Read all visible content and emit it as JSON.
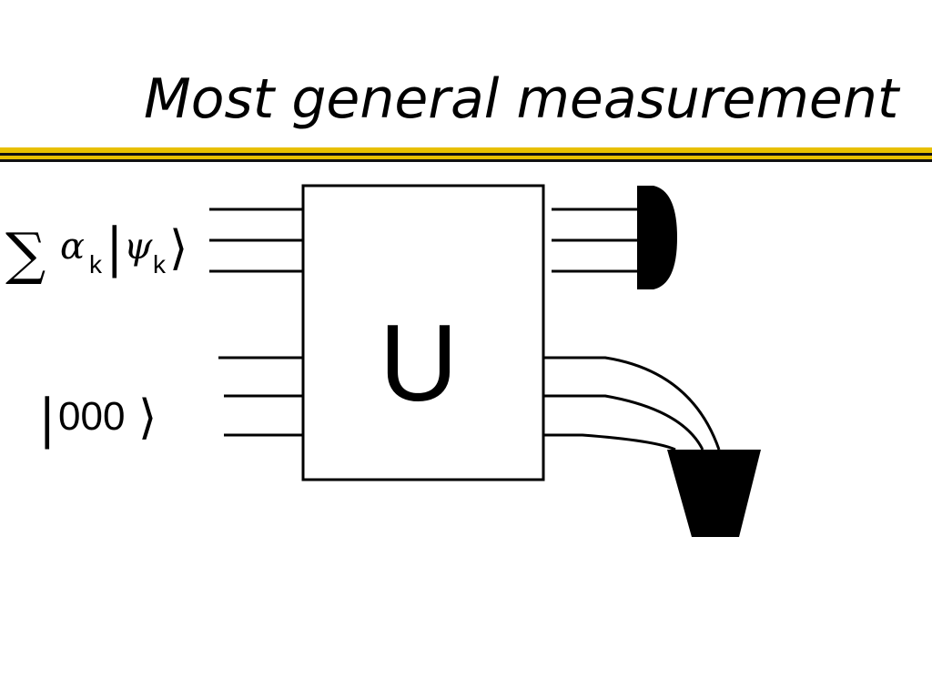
{
  "slide": {
    "title": "Most general measurement",
    "divider_colors": {
      "gold": "#e8c000",
      "dark": "#111111"
    }
  },
  "diagram": {
    "unitary_label": "U",
    "input_state": {
      "sum_symbol": "∑",
      "alpha": "α",
      "alpha_subscript": "k",
      "bar": "|",
      "psi": "ψ",
      "psi_subscript": "k",
      "ket_close": "⟩"
    },
    "ancilla_state": {
      "bar": "|",
      "value": "000",
      "ket_close": "⟩"
    },
    "icons": [
      "meter-icon",
      "trash-bin-icon"
    ]
  }
}
